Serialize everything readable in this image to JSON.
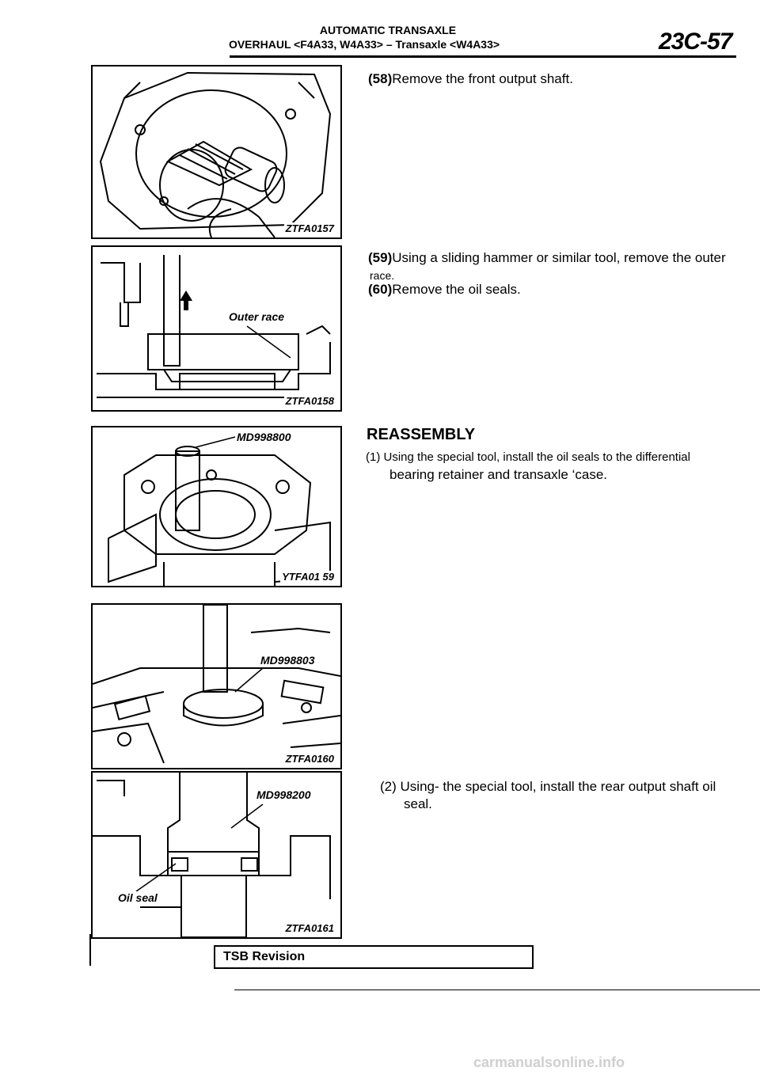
{
  "header": {
    "line1": "AUTOMATIC TRANSAXLE",
    "line2": "OVERHAUL <F4A33, W4A33> – Transaxle <W4A33>",
    "page_number": "23C-57"
  },
  "figures": [
    {
      "code": "ZTFA0157",
      "labels": []
    },
    {
      "code": "ZTFA0158",
      "labels": [
        "Outer race"
      ]
    },
    {
      "code": "YTFA01 59",
      "labels": [
        "MD998800"
      ]
    },
    {
      "code": "ZTFA0160",
      "labels": [
        "MD998803"
      ]
    },
    {
      "code": "ZTFA0161",
      "labels": [
        "MD998200",
        "Oil seal"
      ]
    }
  ],
  "steps": {
    "s58": {
      "num": "(58)",
      "text": "Remove the front output shaft."
    },
    "s59": {
      "num": "(59)",
      "text": "Using a sliding hammer or similar tool, remove the outer",
      "cont": "race."
    },
    "s60": {
      "num": "(60)",
      "text": "Remove the oil seals."
    },
    "section": "REASSEMBLY",
    "r1": {
      "num": "(1)",
      "text": "Using the special tool, install the oil seals to the differential",
      "cont": "bearing retainer and transaxle ‘case."
    },
    "r2": {
      "num": "(2)",
      "text": "Using- the special tool, install the rear output shaft oil",
      "cont": "seal."
    }
  },
  "footer": {
    "tsb": "TSB Revision",
    "watermark": "carmanualsonline.info"
  }
}
